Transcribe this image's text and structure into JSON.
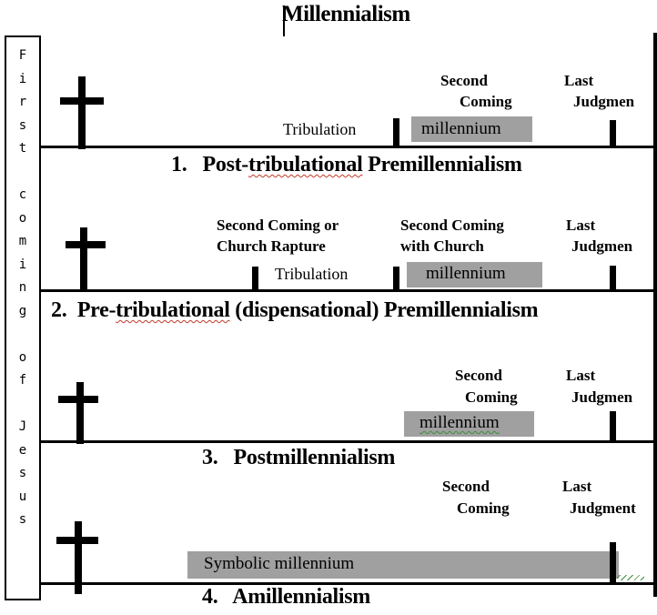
{
  "title": "Millennialism",
  "side_text": [
    "F",
    "i",
    "r",
    "s",
    "t",
    "",
    "c",
    "o",
    "m",
    "i",
    "n",
    "g",
    "",
    "o",
    "f",
    "",
    "J",
    "e",
    "s",
    "u",
    "s"
  ],
  "panel1": {
    "heading_num": "1.",
    "heading_a": "Post-",
    "heading_b": "tribulational",
    "heading_c": " Premillennialism",
    "tribulation": "Tribulation",
    "millennium": "millennium",
    "second_coming_1": "Second",
    "second_coming_2": "Coming",
    "last_judgment_1": "Last",
    "last_judgment_2": "Judgmen"
  },
  "panel2": {
    "heading_num": "2.",
    "heading_a": "Pre-",
    "heading_b": "tribulational",
    "heading_c": " (dispensational) Premillennialism",
    "rapture_1": "Second Coming or",
    "rapture_2": "Church Rapture",
    "with_church_1": "Second Coming",
    "with_church_2": "with Church",
    "tribulation": "Tribulation",
    "millennium": "millennium",
    "last_judgment_1": "Last",
    "last_judgment_2": "Judgmen"
  },
  "panel3": {
    "heading_num": "3.",
    "heading": "Postmillennialism",
    "millennium": "millennium",
    "second_coming_1": "Second",
    "second_coming_2": "Coming",
    "last_judgment_1": "Last",
    "last_judgment_2": "Judgmen"
  },
  "panel4": {
    "heading_num": "4.",
    "heading": "Amillennialism",
    "millennium": "Symbolic millennium",
    "second_coming_1": "Second",
    "second_coming_2": "Coming",
    "last_judgment_1": "Last",
    "last_judgment_2": "Judgment"
  }
}
